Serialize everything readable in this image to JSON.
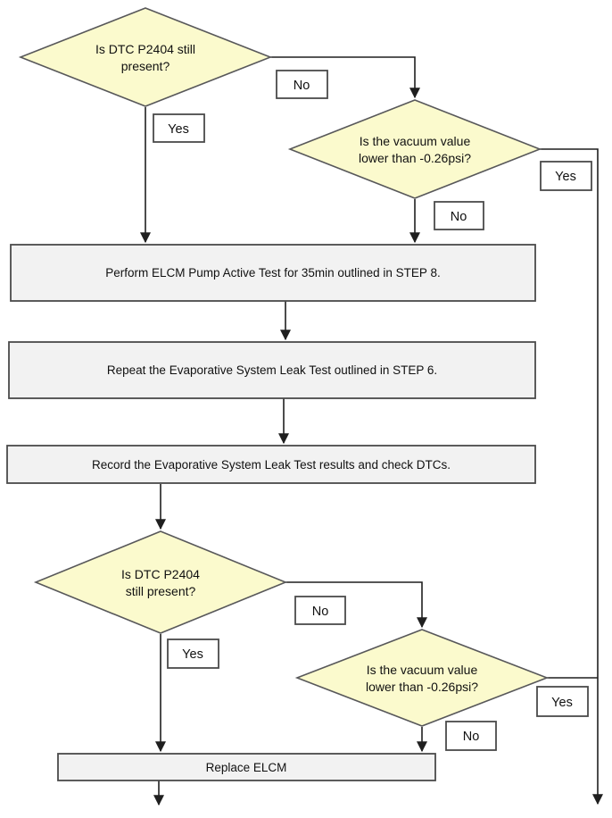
{
  "diagram": {
    "decisions": {
      "d1": {
        "line1": "Is DTC P2404 still",
        "line2": "present?"
      },
      "d2": {
        "line1": "Is the vacuum value",
        "line2": "lower than -0.26psi?"
      },
      "d3": {
        "line1": "Is DTC P2404",
        "line2": "still present?"
      },
      "d4": {
        "line1": "Is the vacuum value",
        "line2": "lower than -0.26psi?"
      }
    },
    "processes": {
      "p1": "Perform ELCM Pump Active Test for 35min outlined in STEP 8.",
      "p2": "Repeat the Evaporative System Leak Test outlined in STEP 6.",
      "p3": "Record the Evaporative System Leak Test results and check DTCs.",
      "p4": "Replace ELCM"
    },
    "branch_labels": {
      "d1_yes": "Yes",
      "d1_no": "No",
      "d2_yes": "Yes",
      "d2_no": "No",
      "d3_yes": "Yes",
      "d3_no": "No",
      "d4_yes": "Yes",
      "d4_no": "No"
    }
  },
  "colors": {
    "decision_fill": "#fbfacd",
    "decision_border": "#58585a",
    "process_fill": "#f2f2f2",
    "process_border": "#4a4a4a",
    "label_fill": "#ffffff",
    "label_border": "#4a4a4a",
    "line": "#1f1f1f",
    "text": "#111111",
    "background": "#ffffff"
  }
}
